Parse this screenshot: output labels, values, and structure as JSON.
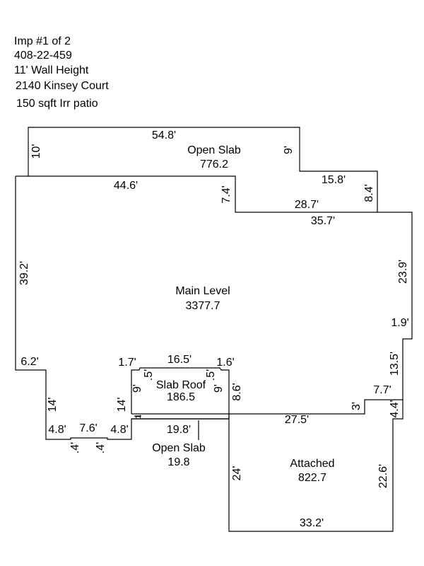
{
  "header": {
    "lines": [
      "Imp #1 of 2",
      "408-22-459",
      "11' Wall Height",
      "2140 Kinsey Court",
      "150 sqft Irr patio"
    ]
  },
  "areas": {
    "open_slab_top": {
      "name": "Open Slab",
      "area": "776.2"
    },
    "main_level": {
      "name": "Main Level",
      "area": "3377.7"
    },
    "slab_roof": {
      "name": "Slab Roof",
      "area": "186.5"
    },
    "open_slab_small": {
      "name": "Open Slab",
      "area": "19.8"
    },
    "attached": {
      "name": "Attached",
      "area": "822.7"
    }
  },
  "dimensions": {
    "d54_8": "54.8'",
    "d10": "10'",
    "d9_top": "9'",
    "d15_8": "15.8'",
    "d8_4": "8.4'",
    "d44_6": "44.6'",
    "d7_4": "7.4'",
    "d28_7": "28.7'",
    "d35_7": "35.7'",
    "d39_2": "39.2'",
    "d23_9": "23.9'",
    "d1_9": "1.9'",
    "d13_5": "13.5'",
    "d6_2": "6.2'",
    "d14_left": "14'",
    "d14_right": "14'",
    "d4_8_left": "4.8'",
    "d7_6": "7.6'",
    "d4_8_right": "4.8'",
    "d_4_left": ".4'",
    "d_4_right": ".4'",
    "d1_7": "1.7'",
    "d16_5": "16.5'",
    "d1_6": "1.6'",
    "d_5_left": ".5'",
    "d_5_right": ".5'",
    "d9_roof_left": "9'",
    "d9_roof_right": "9'",
    "d8_6": "8.6'",
    "d1_roof": "1'",
    "d19_8": "19.8'",
    "d27_5": "27.5'",
    "d3": "3'",
    "d7_7": "7.7'",
    "d4_4": "4.4'",
    "d24": "24'",
    "d22_6": "22.6'",
    "d33_2": "33.2'"
  }
}
